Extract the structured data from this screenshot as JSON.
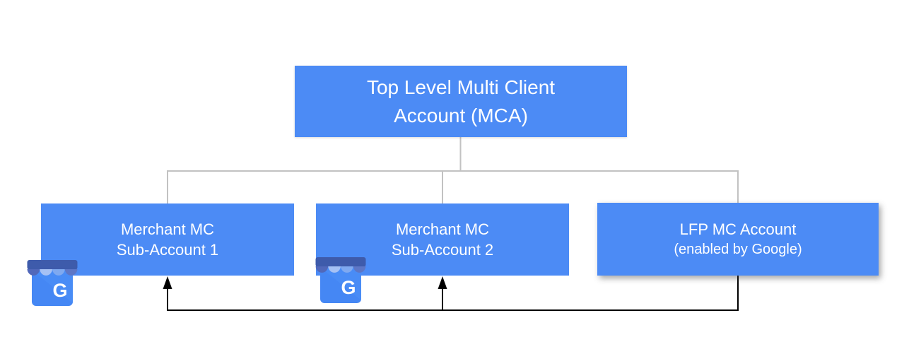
{
  "diagram": {
    "nodes": [
      {
        "id": "mca",
        "line1": "Top Level Multi Client",
        "line2": "Account (MCA)"
      },
      {
        "id": "sub1",
        "line1": "Merchant MC",
        "line2": "Sub-Account 1",
        "icon": "google-my-business-icon"
      },
      {
        "id": "sub2",
        "line1": "Merchant MC",
        "line2": "Sub-Account 2",
        "icon": "google-my-business-icon"
      },
      {
        "id": "lfp",
        "line1": "LFP MC Account",
        "line2": "(enabled by Google)"
      }
    ],
    "edges": [
      {
        "from": "mca",
        "to": "sub1",
        "style": "tree-line"
      },
      {
        "from": "mca",
        "to": "sub2",
        "style": "tree-line"
      },
      {
        "from": "mca",
        "to": "lfp",
        "style": "tree-line"
      },
      {
        "from": "lfp",
        "to": "sub1",
        "style": "black-arrow"
      },
      {
        "from": "lfp",
        "to": "sub2",
        "style": "black-arrow"
      }
    ],
    "icon_letter": "G"
  },
  "colors": {
    "box_fill": "#4C8BF5",
    "box_text": "#ffffff",
    "tree_line": "#C2C2C2",
    "arrow": "#000000",
    "gmb_band": "#3E5BAB",
    "gmb_scallop_dark": "#5168BA",
    "gmb_scallop_light": "#A6C1F4",
    "gmb_scallop_medium": "#7FA9F0",
    "gmb_scallop_dark2": "#5D76C6",
    "gmb_body": "#4587F4",
    "gmb_body_light": "#4D90F7",
    "canvas": "#ffffff"
  }
}
